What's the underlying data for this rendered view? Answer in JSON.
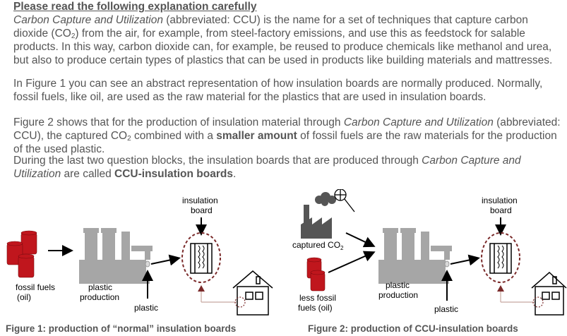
{
  "heading": "Please read the following explanation carefully",
  "p1": {
    "term": "Carbon Capture and Utilization",
    "a": " (abbreviated: CCU) is the name for a set of techniques that capture carbon dioxide (CO",
    "sub": "2",
    "b": ") from the air, for example, from steel-factory emissions, and use this as feedstock for salable products. In this way, carbon dioxide can, for example, be reused to produce chemicals like methanol and urea, but also to produce certain types of plastics that can be used in products like building materials and mattresses."
  },
  "p2": "In Figure 1 you can see an abstract representation of how insulation boards are normally produced. Normally, fossil fuels, like oil, are used as the raw material for the plastics that are used in insulation boards.",
  "p3": {
    "a": "Figure 2 shows that for the production of insulation material through ",
    "term": "Carbon Capture and Utilization",
    "b": " (abbreviated: CCU), the captured CO",
    "sub": "2",
    "c": " combined with a ",
    "bold": "smaller amount",
    "d": " of fossil fuels are the raw materials for the production of the used plastic."
  },
  "p4": {
    "a": "During the last two question blocks, the insulation boards that are produced through ",
    "term": "Carbon Capture and Utilization",
    "b": " are called ",
    "bold": "CCU-insulation boards",
    "c": "."
  },
  "fig1": {
    "insulation_line1": "insulation",
    "insulation_line2": "board",
    "fuel_line1": "fossil fuels",
    "fuel_line2": "(oil)",
    "plastic_prod_line1": "plastic",
    "plastic_prod_line2": "production",
    "plastic": "plastic",
    "caption": "Figure 1: production of “normal” insulation boards"
  },
  "fig2": {
    "insulation_line1": "insulation",
    "insulation_line2": "board",
    "captured": "captured CO",
    "captured_sub": "2",
    "fuel_line1": "less fossil",
    "fuel_line2": "fuels (oil)",
    "plastic_prod_line1": "plastic",
    "plastic_prod_line2": "production",
    "plastic": "plastic",
    "caption": "Figure 2: production of CCU-insulation boards"
  },
  "colors": {
    "barrel": "#c0161d",
    "factory": "#a6a6a6",
    "dashed": "#7a2a2a",
    "text": "#555555"
  }
}
